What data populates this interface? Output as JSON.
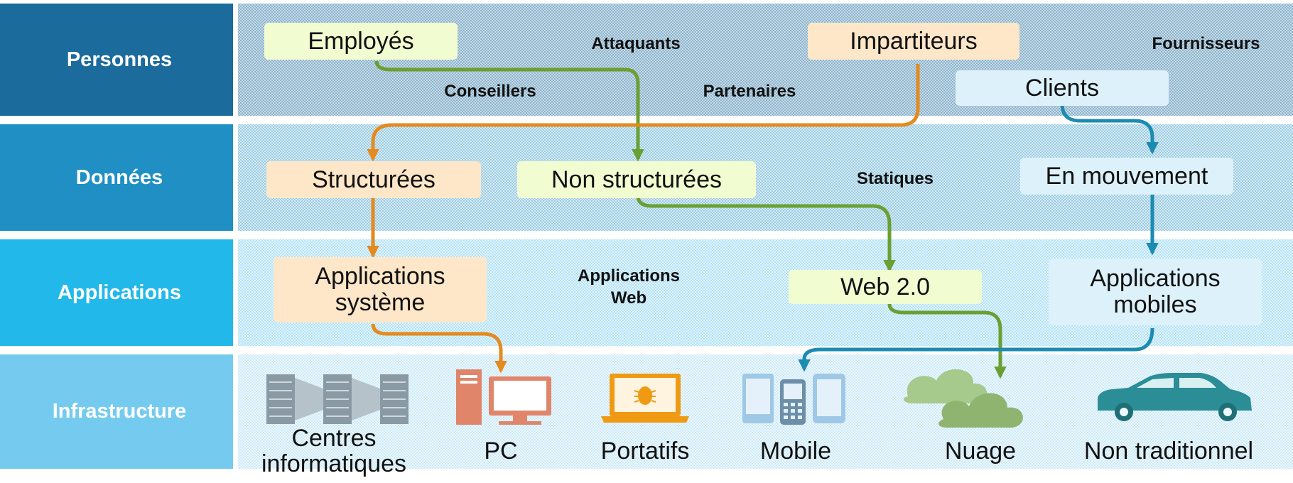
{
  "layers": {
    "personnes": "Personnes",
    "donnees": "Données",
    "applications": "Applications",
    "infrastructure": "Infrastructure"
  },
  "personnes": {
    "employes": "Employés",
    "attaquants": "Attaquants",
    "impartiteurs": "Impartiteurs",
    "fournisseurs": "Fournisseurs",
    "conseillers": "Conseillers",
    "partenaires": "Partenaires",
    "clients": "Clients"
  },
  "donnees": {
    "structurees": "Structurées",
    "non_structurees": "Non structurées",
    "statiques": "Statiques",
    "en_mouvement": "En mouvement"
  },
  "applications": {
    "systeme_line1": "Applications",
    "systeme_line2": "système",
    "web_line1": "Applications",
    "web_line2": "Web",
    "web20": "Web 2.0",
    "mobiles_line1": "Applications",
    "mobiles_line2": "mobiles"
  },
  "infrastructure": {
    "centres_line1": "Centres",
    "centres_line2": "informatiques",
    "pc": "PC",
    "portatifs": "Portatifs",
    "mobile": "Mobile",
    "nuage": "Nuage",
    "non_traditionnel": "Non traditionnel"
  },
  "colors": {
    "personnes_band": "#1b6b9c",
    "donnees_band": "#1f8fc4",
    "applications_band": "#22b8e9",
    "infrastructure_band": "#74cbef",
    "flow_green": "#6aa032",
    "flow_orange": "#e58a1e",
    "flow_blue": "#1b8bb2"
  }
}
